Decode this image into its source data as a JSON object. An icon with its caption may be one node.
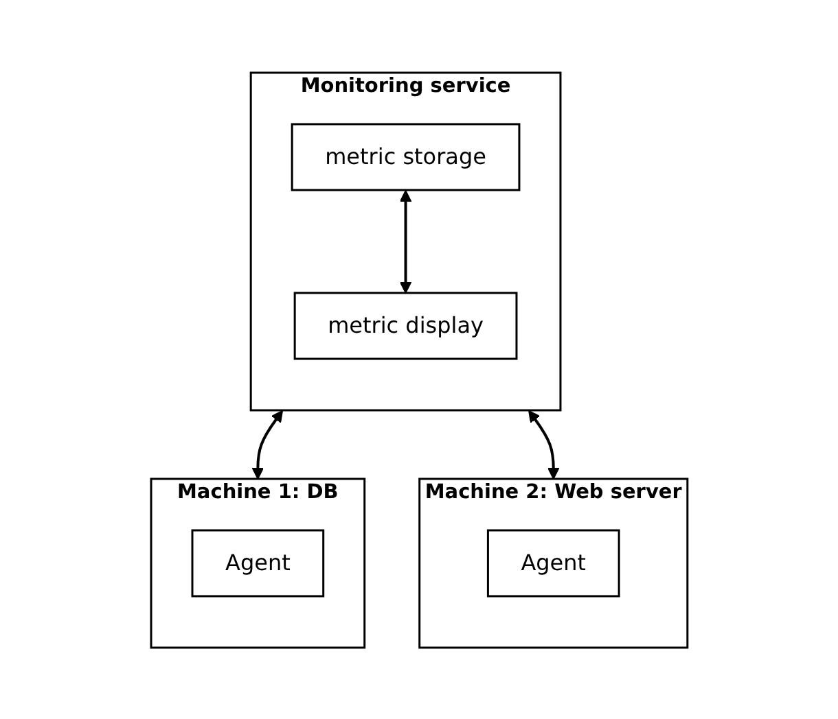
{
  "diagram": {
    "nodes": [
      {
        "text": [
          "Monitoring service"
        ]
      },
      {
        "text": [
          "metric storage"
        ],
        "in": 0
      },
      {
        "text": [
          "metric display"
        ],
        "in": 0
      },
      {
        "text": [
          "Machine 1: DB"
        ]
      },
      {
        "text": [
          "Agent"
        ],
        "in": 3
      },
      {
        "text": [
          "Machine 2: Web server"
        ]
      },
      {
        "text": [
          "Agent"
        ],
        "in": 5
      }
    ],
    "edges": [
      {
        "from": 1,
        "to": 2,
        "arrow": "both"
      },
      {
        "from": 0,
        "to": 3,
        "arrow": "both"
      },
      {
        "from": 0,
        "to": 5,
        "arrow": "both"
      }
    ]
  }
}
